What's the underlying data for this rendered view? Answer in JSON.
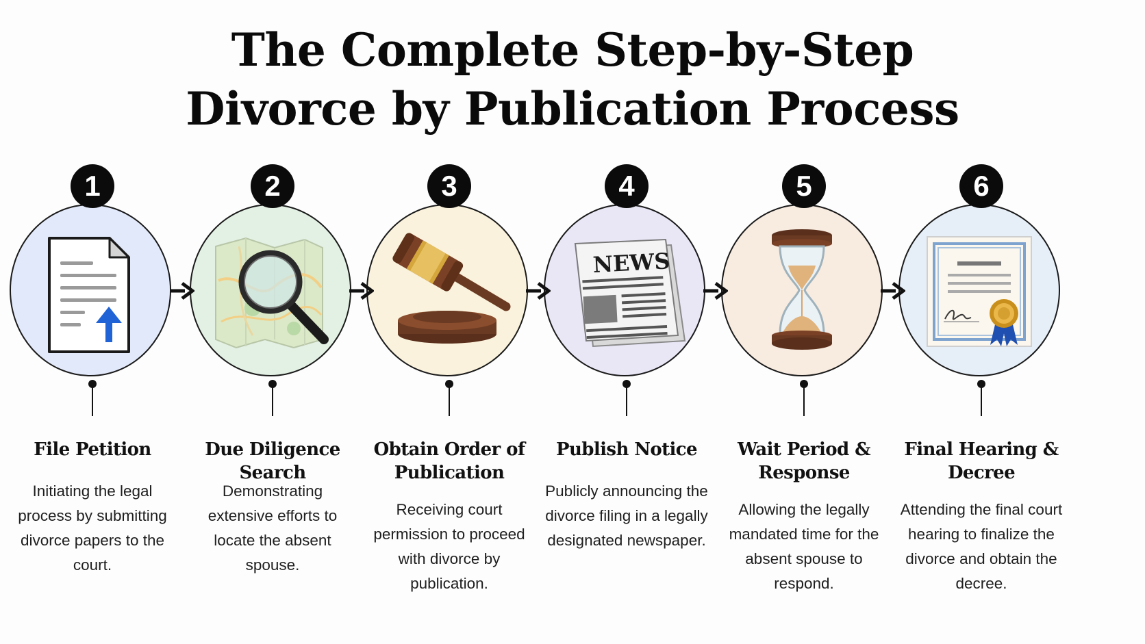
{
  "title": {
    "line1": "The Complete Step-by-Step",
    "line2": "Divorce by Publication Process"
  },
  "colors": {
    "step1": "#e2e9fa",
    "step2": "#e3f0e4",
    "step3": "#faf2dc",
    "step4": "#e9e6f6",
    "step5": "#f8ebe0",
    "step6": "#e6eef8"
  },
  "steps": [
    {
      "number": "1",
      "title": "File Petition",
      "description": "Initiating the legal process by submitting divorce papers to the court.",
      "icon": "document-upload-icon"
    },
    {
      "number": "2",
      "title": "Due Diligence Search",
      "description": "Demonstrating extensive efforts to locate the absent spouse.",
      "icon": "map-magnifier-icon"
    },
    {
      "number": "3",
      "title": "Obtain Order of Publication",
      "description": "Receiving court permission to proceed with divorce by publication.",
      "icon": "gavel-icon"
    },
    {
      "number": "4",
      "title": "Publish Notice",
      "description": "Publicly announcing the divorce filing in a legally designated newspaper.",
      "icon": "newspaper-icon"
    },
    {
      "number": "5",
      "title": "Wait Period & Response",
      "description": "Allowing the legally mandated time for the absent spouse to respond.",
      "icon": "hourglass-icon"
    },
    {
      "number": "6",
      "title": "Final Hearing & Decree",
      "description": "Attending the final court hearing to finalize the divorce and obtain the decree.",
      "icon": "certificate-icon"
    }
  ],
  "newspaper": {
    "masthead": "NEWS"
  }
}
